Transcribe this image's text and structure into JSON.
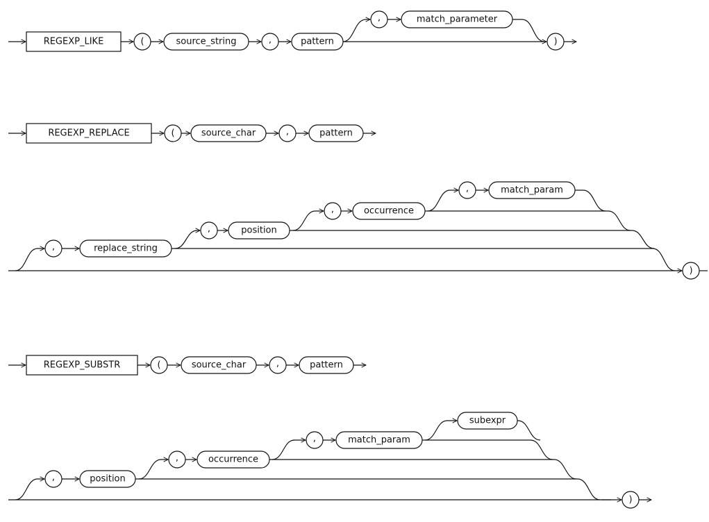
{
  "regexp_like": {
    "keyword": "REGEXP_LIKE",
    "open_paren": "(",
    "source": "source_string",
    "comma_1": ",",
    "pattern": "pattern",
    "comma_2": ",",
    "match_parameter": "match_parameter",
    "close_paren": ")"
  },
  "regexp_replace": {
    "keyword": "REGEXP_REPLACE",
    "open_paren": "(",
    "source": "source_char",
    "comma_1": ",",
    "pattern": "pattern",
    "comma_2": ",",
    "replace_string": "replace_string",
    "comma_3": ",",
    "position": "position",
    "comma_4": ",",
    "occurrence": "occurrence",
    "comma_5": ",",
    "match_param": "match_param",
    "close_paren": ")"
  },
  "regexp_substr": {
    "keyword": "REGEXP_SUBSTR",
    "open_paren": "(",
    "source": "source_char",
    "comma_1": ",",
    "pattern": "pattern",
    "comma_2": ",",
    "position": "position",
    "comma_3": ",",
    "occurrence": "occurrence",
    "comma_4": ",",
    "match_param": "match_param",
    "subexpr": "subexpr",
    "close_paren": ")"
  }
}
